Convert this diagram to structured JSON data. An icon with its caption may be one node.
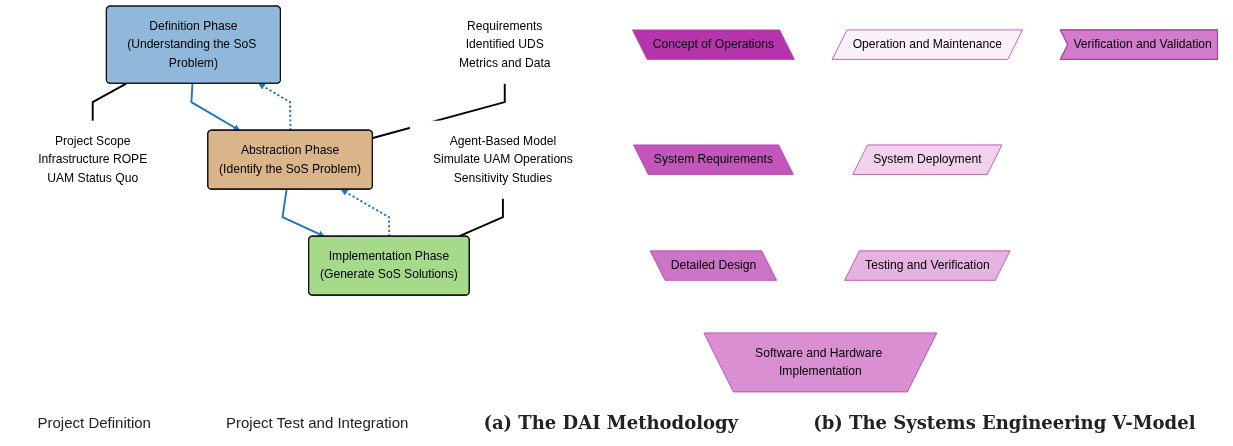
{
  "diagram": {
    "nodes": [
      {
        "text": [
          "Definition Phase",
          "(Understanding the SoS Problem)"
        ]
      },
      {
        "text": [
          "Project Scope",
          "Infrastructure ROPE",
          "UAM Status Quo"
        ]
      },
      {
        "text": [
          "Abstraction Phase",
          "(Identify the SoS Problem)"
        ]
      },
      {
        "text": [
          "Requirements",
          "Identified UDS",
          "Metrics and Data"
        ]
      },
      {
        "text": [
          "Implementation Phase",
          "(Generate SoS Solutions)"
        ]
      },
      {
        "text": [
          "Agent-Based Model",
          "Simulate UAM Operations",
          "Sensitivity Studies"
        ]
      },
      {
        "text": [
          "Concept of Operations"
        ]
      },
      {
        "text": [
          "System Requirements"
        ]
      },
      {
        "text": [
          "Detailed Design"
        ]
      },
      {
        "text": [
          "Software and Hardware Implementation"
        ]
      },
      {
        "text": [
          "Testing and Verification"
        ]
      },
      {
        "text": [
          "System Deployment"
        ]
      },
      {
        "text": [
          "Operation and Maintenance"
        ]
      },
      {
        "text": [
          "Verification and Validation"
        ]
      }
    ],
    "edges": [
      {
        "from": 0,
        "to": 1,
        "arrow": "none",
        "color": "#000000"
      },
      {
        "from": 0,
        "to": 2,
        "arrow": "to"
      },
      {
        "from": 2,
        "to": 0,
        "arrow": "to",
        "style": "dashed"
      },
      {
        "from": 3,
        "to": 2,
        "arrow": "none",
        "color": "#000000"
      },
      {
        "from": 2,
        "to": 4,
        "arrow": "to"
      },
      {
        "from": 4,
        "to": 2,
        "arrow": "to",
        "style": "dashed"
      },
      {
        "from": 5,
        "to": 4,
        "arrow": "none",
        "color": "#000000"
      }
    ],
    "labels": [
      "Project Definition",
      "Project Test and Integration",
      "(a) The DAI Methodology",
      "(b) The Systems Engineering V-Model"
    ]
  }
}
